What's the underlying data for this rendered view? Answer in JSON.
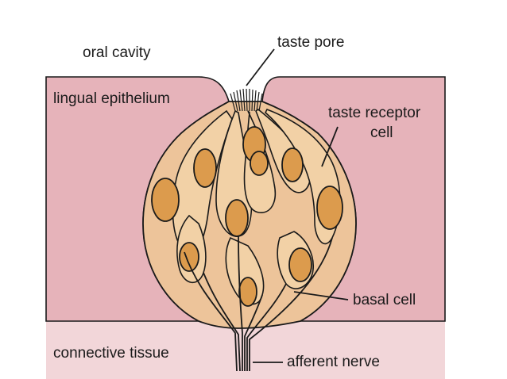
{
  "labels": {
    "oral_cavity": "oral cavity",
    "taste_pore": "taste pore",
    "lingual_epithelium": "lingual epithelium",
    "taste_receptor_cell_line1": "taste receptor",
    "taste_receptor_cell_line2": "cell",
    "basal_cell": "basal cell",
    "connective_tissue": "connective tissue",
    "afferent_nerve": "afferent nerve"
  },
  "colors": {
    "epithelium": "#e6b3ba",
    "connective_tissue": "#f2d6d9",
    "taste_bud_fill": "#edc49a",
    "cell_fill": "#f2d1a6",
    "nucleus": "#dc9b4d",
    "outline": "#1a1a1a"
  }
}
